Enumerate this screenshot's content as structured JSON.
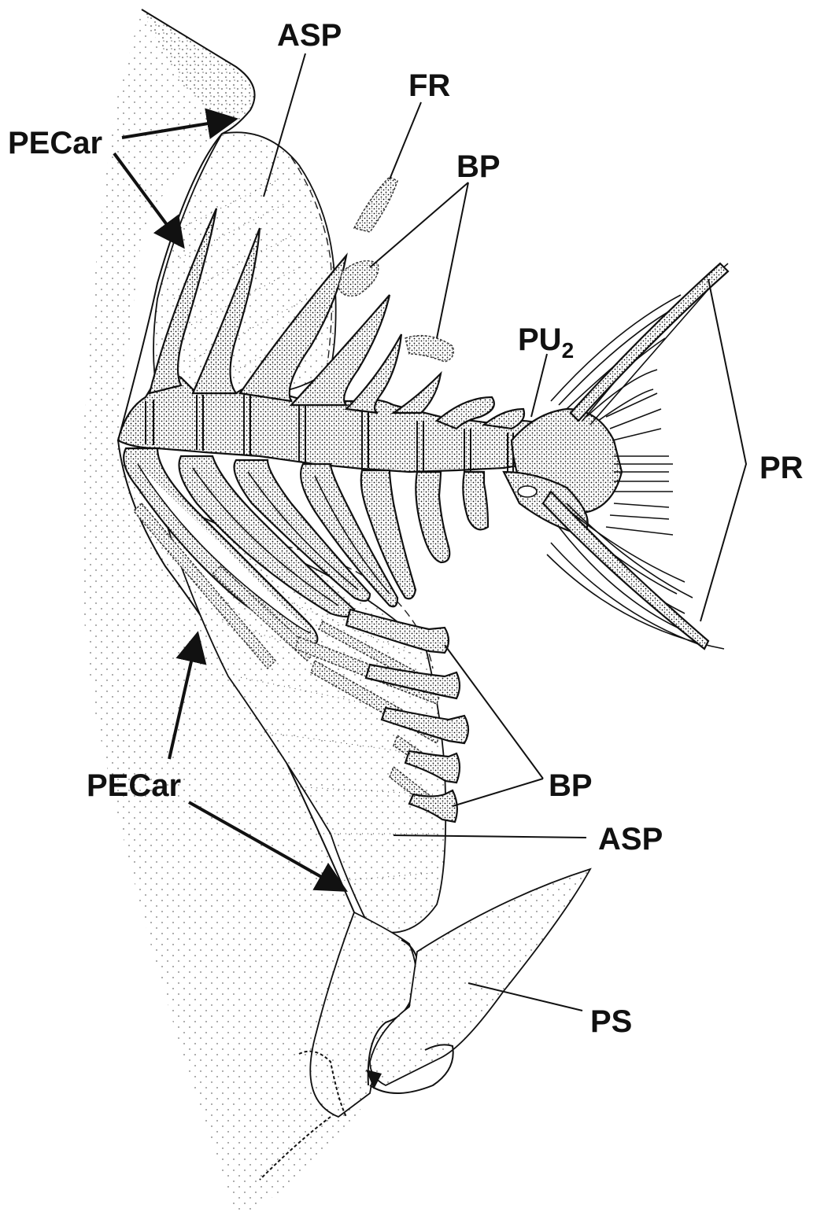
{
  "labels": {
    "asp_top": "ASP",
    "fr": "FR",
    "bp_top": "BP",
    "pecar_top": "PECar",
    "pu_main": "PU",
    "pu_sub": "2",
    "pr": "PR",
    "pecar_bottom": "PECar",
    "bp_bottom": "BP",
    "asp_bottom": "ASP",
    "ps": "PS"
  },
  "colors": {
    "ink": "#111111",
    "paper": "#ffffff"
  }
}
